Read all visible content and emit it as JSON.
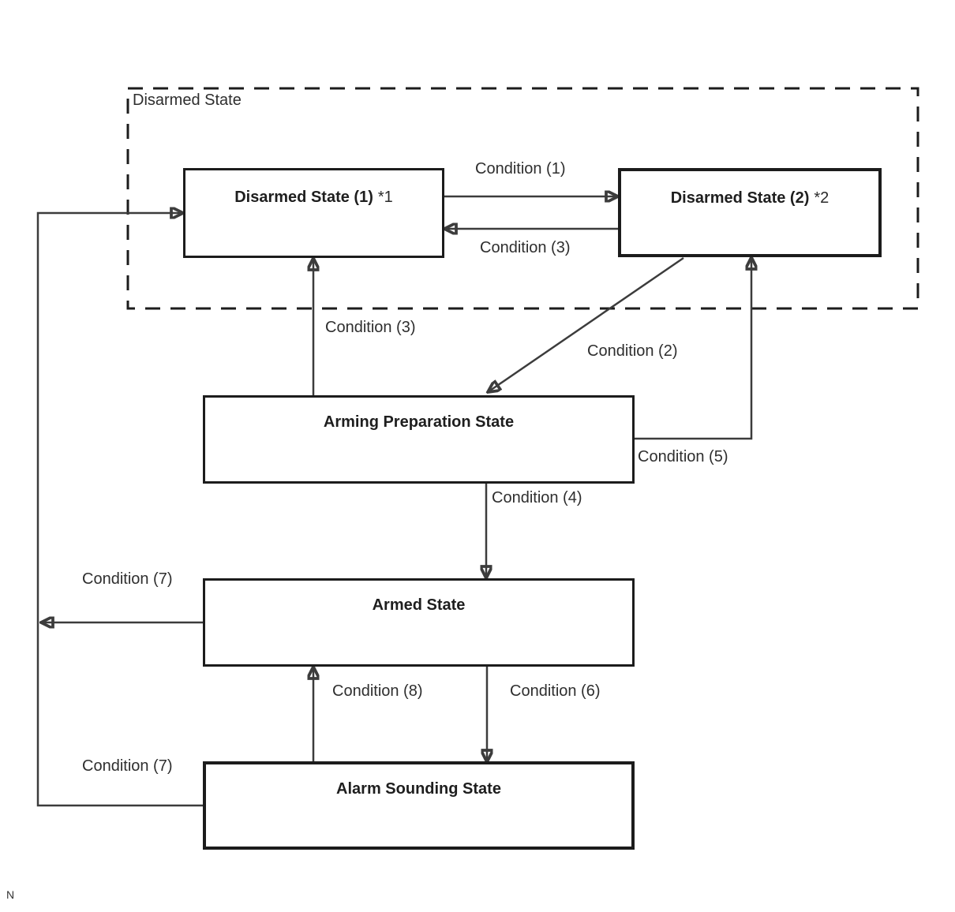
{
  "diagram": {
    "group": {
      "label": "Disarmed State"
    },
    "states": {
      "disarmed1": {
        "title": "Disarmed State (1)",
        "suffix": "*1"
      },
      "disarmed2": {
        "title": "Disarmed State (2)",
        "suffix": "*2"
      },
      "arming_preparation": {
        "title": "Arming Preparation State"
      },
      "armed": {
        "title": "Armed State"
      },
      "alarm_sounding": {
        "title": "Alarm Sounding State"
      }
    },
    "transitions": {
      "condition1": "Condition (1)",
      "condition2": "Condition (2)",
      "condition3_return": "Condition (3)",
      "condition3_arming": "Condition (3)",
      "condition4": "Condition (4)",
      "condition5": "Condition (5)",
      "condition6": "Condition (6)",
      "condition7_armed": "Condition (7)",
      "condition7_alarm": "Condition (7)",
      "condition8": "Condition (8)"
    },
    "footnote": "N",
    "colors": {
      "line": "#3c3c3c",
      "border": "#1c1c1c",
      "text": "#2e2e2e",
      "background": "#ffffff"
    }
  }
}
